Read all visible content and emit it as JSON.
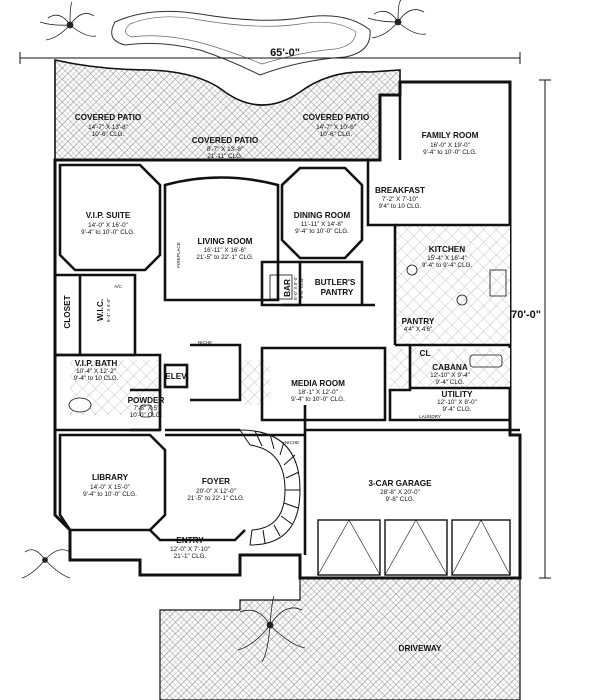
{
  "dimensions": {
    "width": "65'-0\"",
    "height": "70'-0\""
  },
  "rooms": [
    {
      "key": "patio_left",
      "name": "COVERED PATIO",
      "size": "14'-7\" X 13'-8\"",
      "ceiling": "10'-6\" CLG."
    },
    {
      "key": "patio_center",
      "name": "COVERED PATIO",
      "size": "8'-7\" X 13'-8\"",
      "ceiling": "21'-11\" CLG."
    },
    {
      "key": "patio_right",
      "name": "COVERED PATIO",
      "size": "14'-7\" X 10'-6\"",
      "ceiling": "10'-6\" CLG."
    },
    {
      "key": "family",
      "name": "FAMILY ROOM",
      "size": "16'-0\" X 19'-0\"",
      "ceiling": "9'-4\" to 10'-0\" CLG."
    },
    {
      "key": "breakfast",
      "name": "BREAKFAST",
      "size": "7'-2\" X 7'-10\"",
      "ceiling": "9'4\" to 10 CLG."
    },
    {
      "key": "vip_suite",
      "name": "V.I.P. SUITE",
      "size": "14'-0\" X 16'-0\"",
      "ceiling": "9'-4\" to 10'-0\" CLG."
    },
    {
      "key": "living",
      "name": "LIVING ROOM",
      "size": "16'-11\" X 16'-6\"",
      "ceiling": "21'-5\" to 22'-1\" CLG."
    },
    {
      "key": "dining",
      "name": "DINING ROOM",
      "size": "11'-11\" X 14'-8\"",
      "ceiling": "9'-4\" to 10'-0\" CLG."
    },
    {
      "key": "kitchen",
      "name": "KITCHEN",
      "size": "15'-4\" X 16'-4\"",
      "ceiling": "9'-4\" to 9'-4\" CLG."
    },
    {
      "key": "bar",
      "name": "BAR",
      "size": "8'-0\" X 5'-0\"",
      "ceiling": "9'-6\" CLG."
    },
    {
      "key": "butlers",
      "name": "BUTLER'S PANTRY",
      "size": "",
      "ceiling": ""
    },
    {
      "key": "pantry",
      "name": "PANTRY",
      "size": "4'4\" X 4'6\"",
      "ceiling": ""
    },
    {
      "key": "closet",
      "name": "CLOSET",
      "size": "",
      "ceiling": ""
    },
    {
      "key": "wic",
      "name": "W.I.C.",
      "size": "6'-4\" X 4'-0\"",
      "ceiling": ""
    },
    {
      "key": "vip_bath",
      "name": "V.I.P. BATH",
      "size": "10'-4\" X 12'-2\"",
      "ceiling": "9'-4\" to 10 CLG."
    },
    {
      "key": "elev",
      "name": "ELEV",
      "size": "",
      "ceiling": ""
    },
    {
      "key": "powder",
      "name": "POWDER",
      "size": "7'-8\" X 5'",
      "ceiling": "10'-0\" CLG."
    },
    {
      "key": "media",
      "name": "MEDIA ROOM",
      "size": "18'-1\" X 12'-0\"",
      "ceiling": "9'-4\" to 10'-0\" CLG."
    },
    {
      "key": "cl",
      "name": "CL",
      "size": "",
      "ceiling": ""
    },
    {
      "key": "cabana",
      "name": "CABANA",
      "size": "12'-10\" X 9'-4\"",
      "ceiling": "9'-4\" CLG."
    },
    {
      "key": "utility",
      "name": "UTILITY",
      "size": "12'-10\" X 8'-0\"",
      "ceiling": "9'-4\" CLG."
    },
    {
      "key": "library",
      "name": "LIBRARY",
      "size": "14'-0\" X 15'-0\"",
      "ceiling": "9'-4\" to 10'-0\" CLG."
    },
    {
      "key": "foyer",
      "name": "FOYER",
      "size": "20'-0\" X 12'-0\"",
      "ceiling": "21'-5\" to 22'-1\" CLG."
    },
    {
      "key": "garage",
      "name": "3-CAR GARAGE",
      "size": "28'-8\" X 20'-0\"",
      "ceiling": "9'-8\" CLG."
    },
    {
      "key": "entry",
      "name": "ENTRY",
      "size": "12'-0\" X 7'-10\"",
      "ceiling": "21'-1\" CLG."
    },
    {
      "key": "driveway",
      "name": "DRIVEWAY",
      "size": "",
      "ceiling": ""
    }
  ],
  "small_labels": {
    "fireplace": "FIREPLACE",
    "niche": "NICHE",
    "ac": "A/C",
    "laundry": "LAUNDRY"
  },
  "colors": {
    "wall": "#111111",
    "hatch": "#777777",
    "paper": "#ffffff"
  }
}
